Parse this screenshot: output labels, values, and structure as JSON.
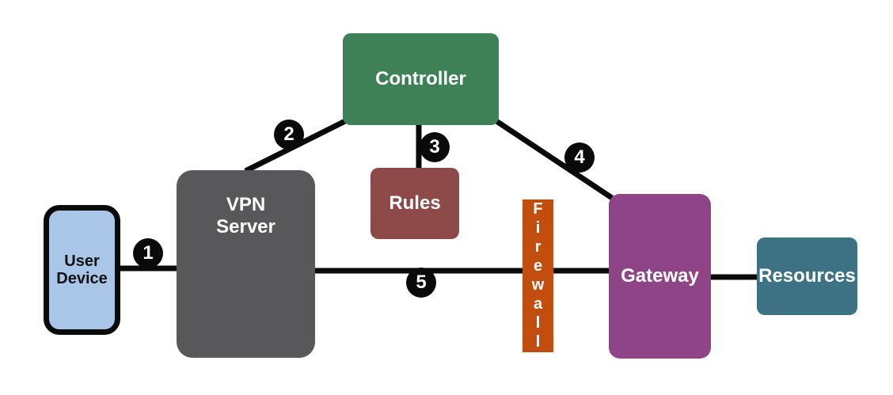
{
  "diagram": {
    "type": "network-flow-diagram",
    "background": "#ffffff",
    "connector_color": "#0a0a0a",
    "nodes": {
      "user_device": {
        "label": "User Device",
        "fill": "#a9c6e8",
        "text_color": "#111111",
        "border_color": "#0a0a0a"
      },
      "vpn_server": {
        "label": "VPN Server",
        "fill": "#58585a",
        "text_color": "#ffffff"
      },
      "controller": {
        "label": "Controller",
        "fill": "#3e8157",
        "text_color": "#ffffff"
      },
      "rules": {
        "label": "Rules",
        "fill": "#8d4a48",
        "text_color": "#ffffff"
      },
      "firewall": {
        "label": "Firewall",
        "fill": "#c14d0e",
        "text_color": "#ffffff"
      },
      "gateway": {
        "label": "Gateway",
        "fill": "#8e4486",
        "text_color": "#ffffff"
      },
      "resources": {
        "label": "Resources",
        "fill": "#3d7285",
        "text_color": "#ffffff"
      }
    },
    "badges": [
      {
        "label": "1"
      },
      {
        "label": "2"
      },
      {
        "label": "3"
      },
      {
        "label": "4"
      },
      {
        "label": "5"
      }
    ],
    "edges": [
      {
        "from": "user_device",
        "to": "vpn_server",
        "step": "1"
      },
      {
        "from": "vpn_server",
        "to": "controller",
        "step": "2"
      },
      {
        "from": "controller",
        "to": "rules",
        "step": "3"
      },
      {
        "from": "controller",
        "to": "gateway",
        "step": "4"
      },
      {
        "from": "vpn_server",
        "to": "gateway",
        "step": "5",
        "crosses": "firewall"
      },
      {
        "from": "gateway",
        "to": "resources",
        "step": ""
      }
    ]
  }
}
